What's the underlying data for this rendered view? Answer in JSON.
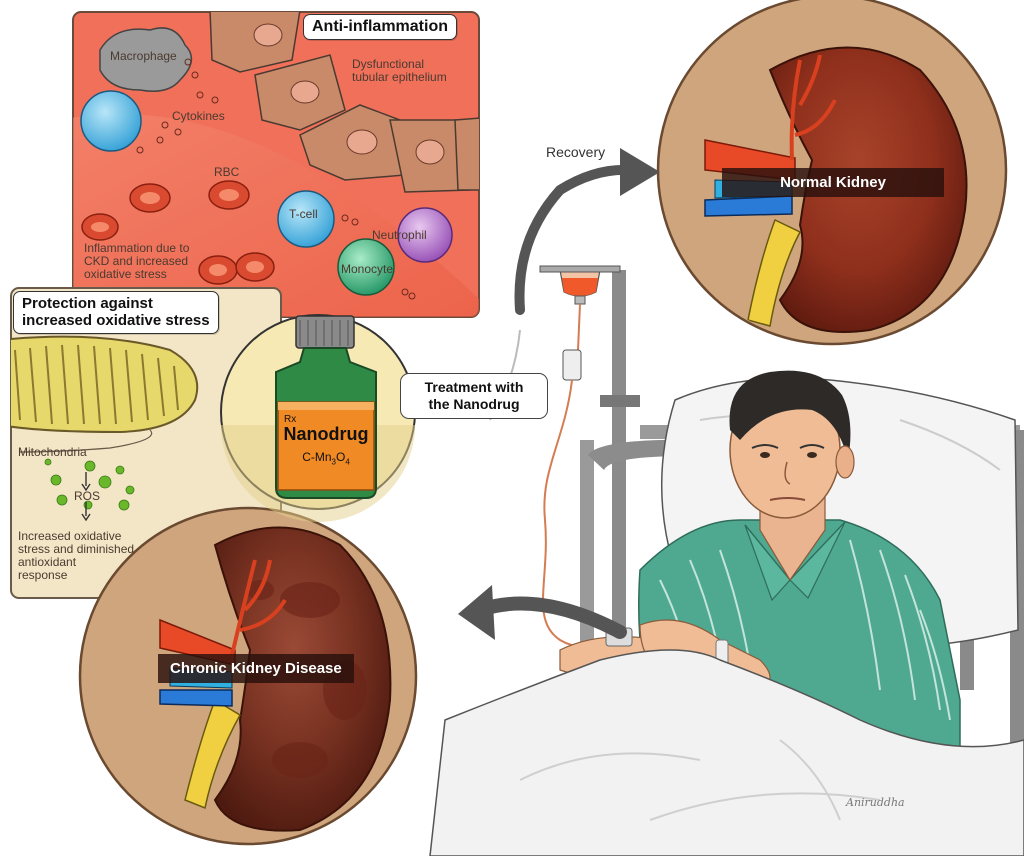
{
  "inflammation_panel": {
    "title": "Anti-inflammation",
    "macrophage": "Macrophage",
    "cytokines": "Cytokines",
    "rbc": "RBC",
    "tcell": "T-cell",
    "neutrophil": "Neutrophil",
    "monocyte": "Monocyte",
    "epithelium_line1": "Dysfunctional",
    "epithelium_line2": "tubular epithelium",
    "inflam_line1": "Inflammation due to",
    "inflam_line2": "CKD and increased",
    "inflam_line3": "oxidative stress"
  },
  "oxidative_panel": {
    "title_line1": "Protection against",
    "title_line2": "increased oxidative stress",
    "mitochondria": "Mitochondria",
    "ros": "ROS",
    "result_line1": "Increased oxidative",
    "result_line2": "stress and diminished",
    "result_line3": "antioxidant",
    "result_line4": "response"
  },
  "drug": {
    "rx": "Rx",
    "name": "Nanodrug",
    "formula": "C-Mn",
    "formula_sub1": "3",
    "formula_o": "O",
    "formula_sub2": "4"
  },
  "treatment": {
    "line1": "Treatment with",
    "line2": "the Nanodrug"
  },
  "recovery": "Recovery",
  "normal_kidney": "Normal Kidney",
  "ckd_kidney": "Chronic Kidney Disease",
  "artist_signature": "Aniruddha",
  "colors": {
    "panel_red": "#f0705a",
    "panel_beige": "#f3e6c6",
    "circle_tan": "#cfa57e",
    "kidney": "#8e2f1c",
    "gown": "#4fa990",
    "bottle_glass": "#2e8a45",
    "bottle_label": "#f08a24"
  }
}
